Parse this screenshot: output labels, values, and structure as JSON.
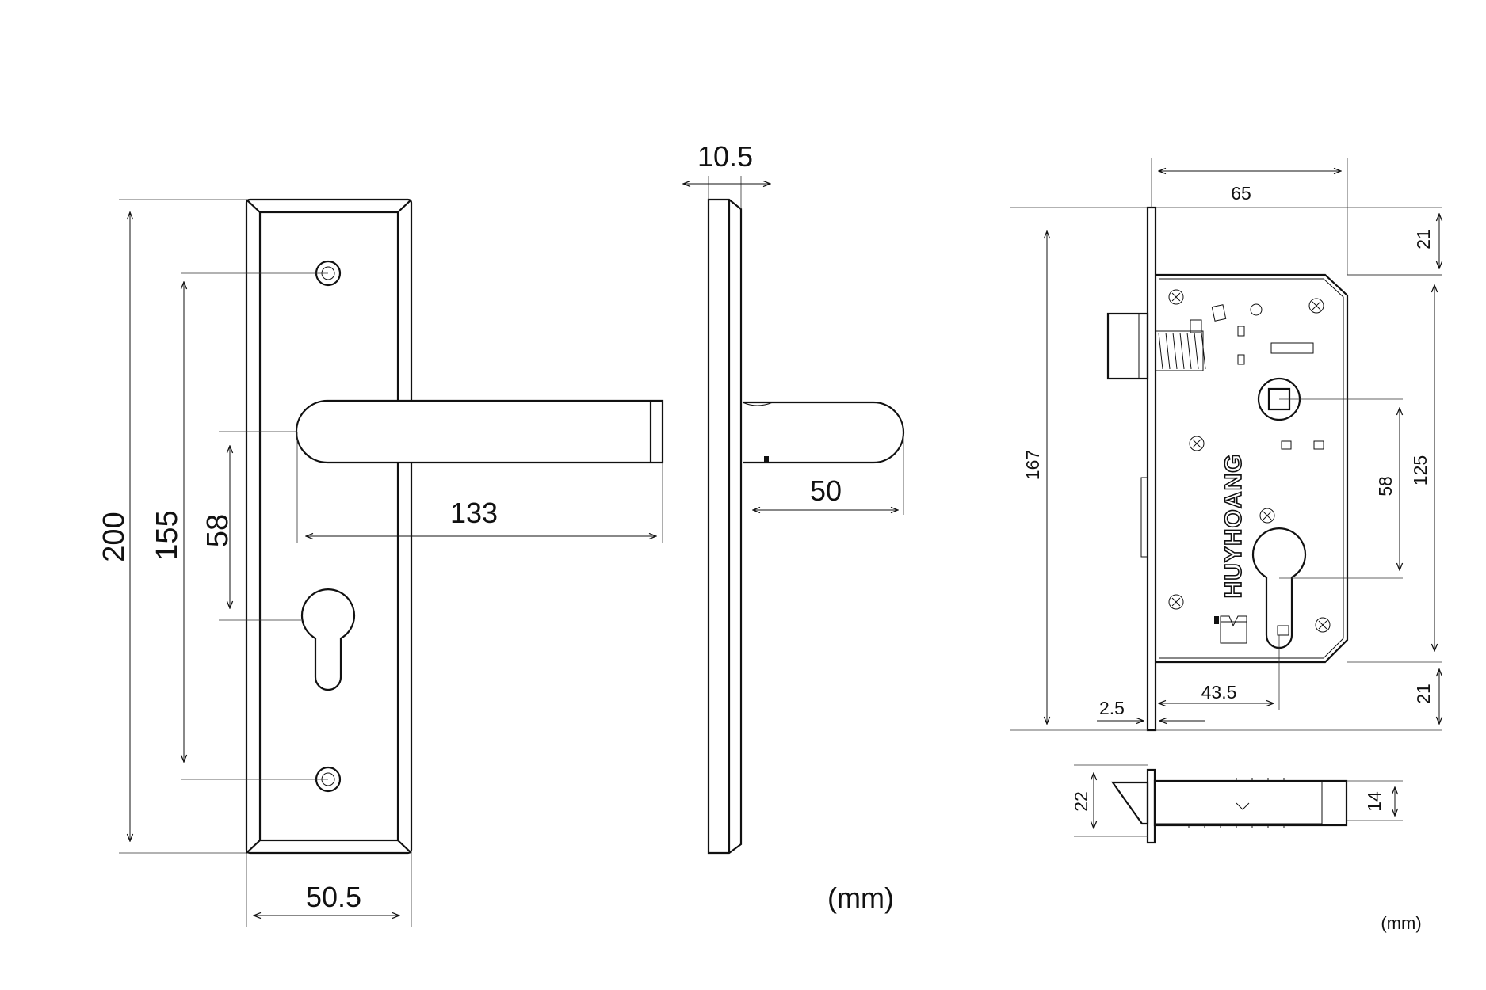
{
  "plate_front": {
    "height": "200",
    "screw_spacing": "155",
    "handle_to_key": "58",
    "handle_length": "133",
    "width": "50.5"
  },
  "plate_side": {
    "thickness": "10.5",
    "handle_projection": "50"
  },
  "units_left": "(mm)",
  "lock_body": {
    "backset": "65",
    "height": "167",
    "top_margin": "21",
    "bottom_margin": "21",
    "center_span": "125",
    "handle_to_cylinder": "58",
    "cylinder_backset": "43.5",
    "faceplate_thickness": "2.5",
    "brand": "HUYHOANG"
  },
  "latch_view": {
    "faceplate_width": "22",
    "case_thickness": "14"
  },
  "units_right": "(mm)"
}
